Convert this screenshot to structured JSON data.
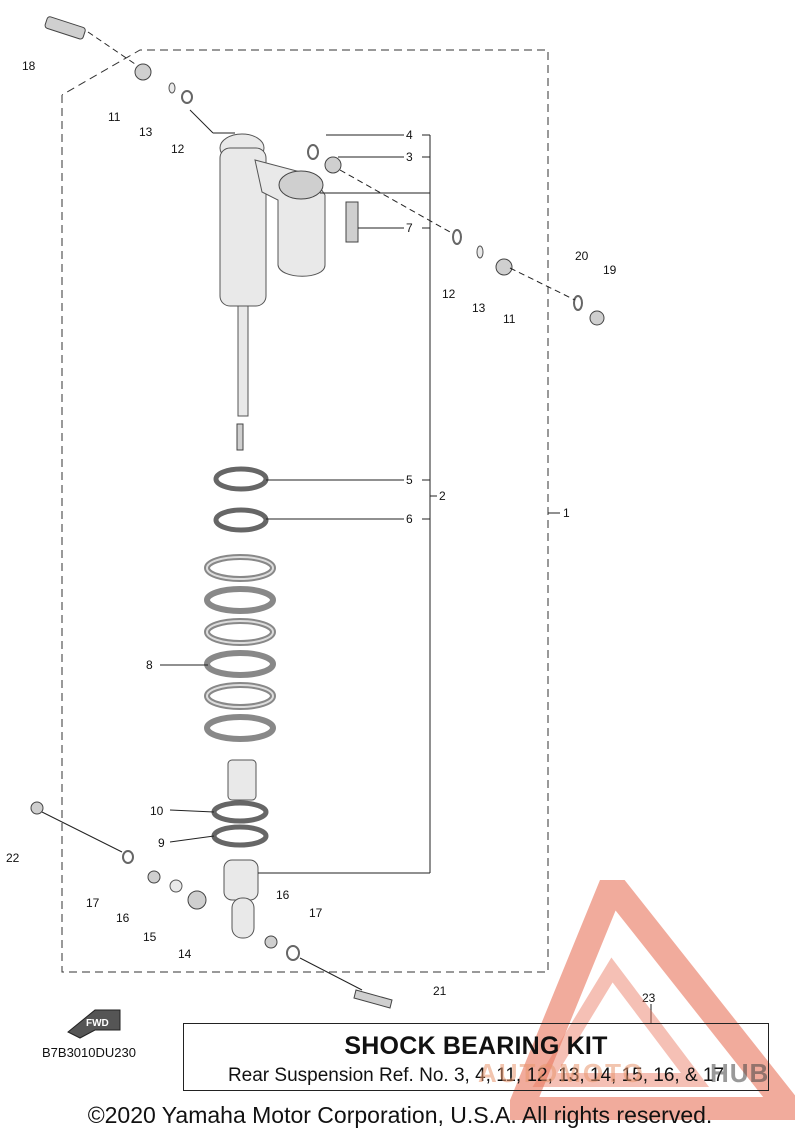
{
  "callouts": {
    "c1": "1",
    "c2": "2",
    "c3": "3",
    "c4": "4",
    "c5": "5",
    "c6": "6",
    "c7": "7",
    "c8": "8",
    "c9": "9",
    "c10": "10",
    "c11a": "11",
    "c11b": "11",
    "c12a": "12",
    "c12b": "12",
    "c13a": "13",
    "c13b": "13",
    "c14": "14",
    "c15": "15",
    "c16a": "16",
    "c16b": "16",
    "c17a": "17",
    "c17b": "17",
    "c18": "18",
    "c19": "19",
    "c20": "20",
    "c21": "21",
    "c22": "22",
    "c23": "23"
  },
  "fwd_label": "FWD",
  "diagram_code": "B7B3010DU230",
  "kit": {
    "title": "SHOCK BEARING KIT",
    "reference": "Rear Suspension Ref. No. 3, 4, 11, 12, 13, 14, 15, 16, & 17"
  },
  "copyright": "©2020 Yamaha Motor Corporation, U.S.A. All rights reserved.",
  "watermark": {
    "brand_a": "AUTOMOTO",
    "brand_b": "HUB",
    "color": "#e8735a"
  }
}
